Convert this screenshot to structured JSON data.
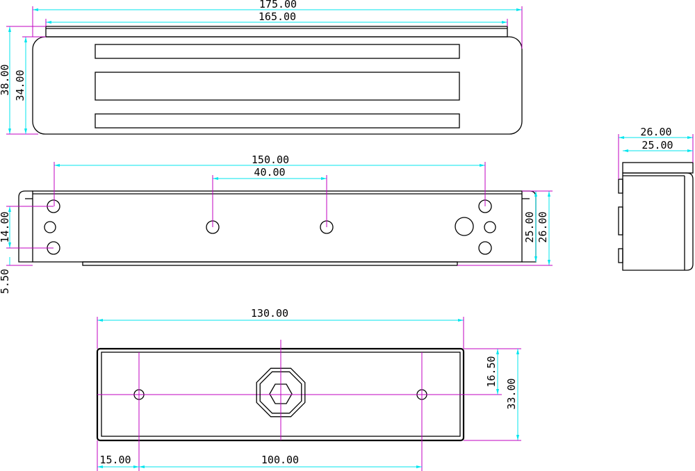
{
  "dimensions": {
    "top_view": {
      "overall_length": "175.00",
      "body_length": "165.00",
      "overall_height": "38.00",
      "body_height": "34.00"
    },
    "front_view": {
      "hole_span": "150.00",
      "center_hole_span": "40.00",
      "hole_pitch": "14.00",
      "bottom_offset": "5.50",
      "inner_height": "25.00",
      "outer_height": "26.00"
    },
    "side_view": {
      "outer_width": "26.00",
      "inner_width": "25.00"
    },
    "armature_plate": {
      "length": "130.00",
      "half_width": "16.50",
      "width": "33.00",
      "edge_offset": "15.00",
      "hole_spacing": "100.00"
    }
  },
  "colors": {
    "outline": "#000000",
    "dimension_line": "#00e5ee",
    "extension_line": "#c000c0",
    "background": "#ffffff"
  }
}
